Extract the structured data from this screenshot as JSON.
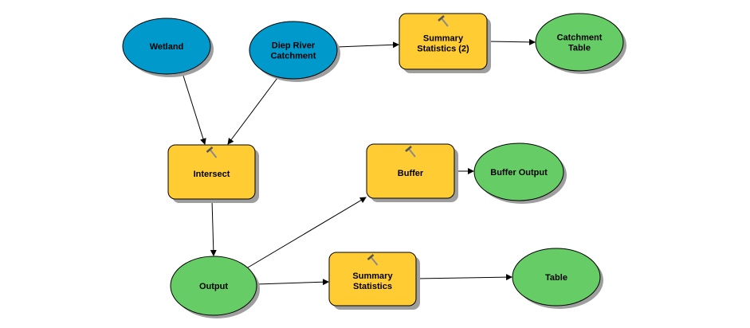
{
  "colors": {
    "input_data": "#0099CC",
    "tool": "#FFCC33",
    "output_data": "#66CC66",
    "shadow": "#9E9E9E",
    "stroke": "#000000"
  },
  "nodes": [
    {
      "id": "wetland",
      "kind": "input",
      "lines": [
        "Wetland"
      ]
    },
    {
      "id": "diep-river-catchment",
      "kind": "input",
      "lines": [
        "Diep River",
        "Catchment"
      ]
    },
    {
      "id": "summary-statistics-2",
      "kind": "tool",
      "icon": "hammer-icon",
      "lines": [
        "Summary",
        "Statistics (2)"
      ]
    },
    {
      "id": "catchment-table",
      "kind": "output",
      "lines": [
        "Catchment",
        "Table"
      ]
    },
    {
      "id": "intersect",
      "kind": "tool",
      "icon": "hammer-icon",
      "lines": [
        "Intersect"
      ]
    },
    {
      "id": "buffer",
      "kind": "tool",
      "icon": "hammer-icon",
      "lines": [
        "Buffer"
      ]
    },
    {
      "id": "buffer-output",
      "kind": "output",
      "lines": [
        "Buffer Output"
      ]
    },
    {
      "id": "output",
      "kind": "output",
      "lines": [
        "Output"
      ]
    },
    {
      "id": "summary-statistics",
      "kind": "tool",
      "icon": "hammer-icon",
      "lines": [
        "Summary",
        "Statistics"
      ]
    },
    {
      "id": "table",
      "kind": "output",
      "lines": [
        "Table"
      ]
    }
  ],
  "edges": [
    {
      "from": "wetland",
      "to": "intersect"
    },
    {
      "from": "diep-river-catchment",
      "to": "intersect"
    },
    {
      "from": "diep-river-catchment",
      "to": "summary-statistics-2"
    },
    {
      "from": "summary-statistics-2",
      "to": "catchment-table"
    },
    {
      "from": "intersect",
      "to": "output"
    },
    {
      "from": "output",
      "to": "buffer"
    },
    {
      "from": "buffer",
      "to": "buffer-output"
    },
    {
      "from": "output",
      "to": "summary-statistics"
    },
    {
      "from": "summary-statistics",
      "to": "table"
    }
  ]
}
